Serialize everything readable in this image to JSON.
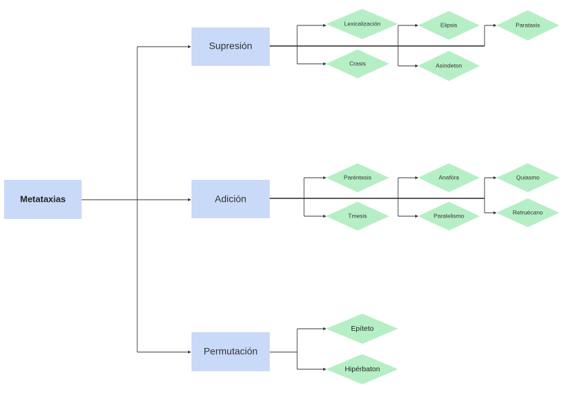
{
  "root": {
    "label": "Metataxias"
  },
  "categories": [
    {
      "id": "supresion",
      "label": "Supresión"
    },
    {
      "id": "adicion",
      "label": "Adición"
    },
    {
      "id": "permutacion",
      "label": "Permutación"
    }
  ],
  "leaves": {
    "lexicalizacion": "Lexicalización",
    "crasis": "Crasis",
    "elipsis": "Elipsis",
    "asindeton": "Asíndeton",
    "parataxis": "Parataxis",
    "parentesis": "Paréntesis",
    "tmesis": "Tmesis",
    "anafora": "Anafóra",
    "paralelismo": "Paralelismo",
    "quiasmo": "Quiasmo",
    "retruecano": "Retruécano",
    "epiteto": "Epíteto",
    "hiperbaton": "Hipérbaton"
  },
  "colors": {
    "box_fill": "#c9daf8",
    "diamond_fill": "#b6efc5",
    "line": "#333333"
  }
}
